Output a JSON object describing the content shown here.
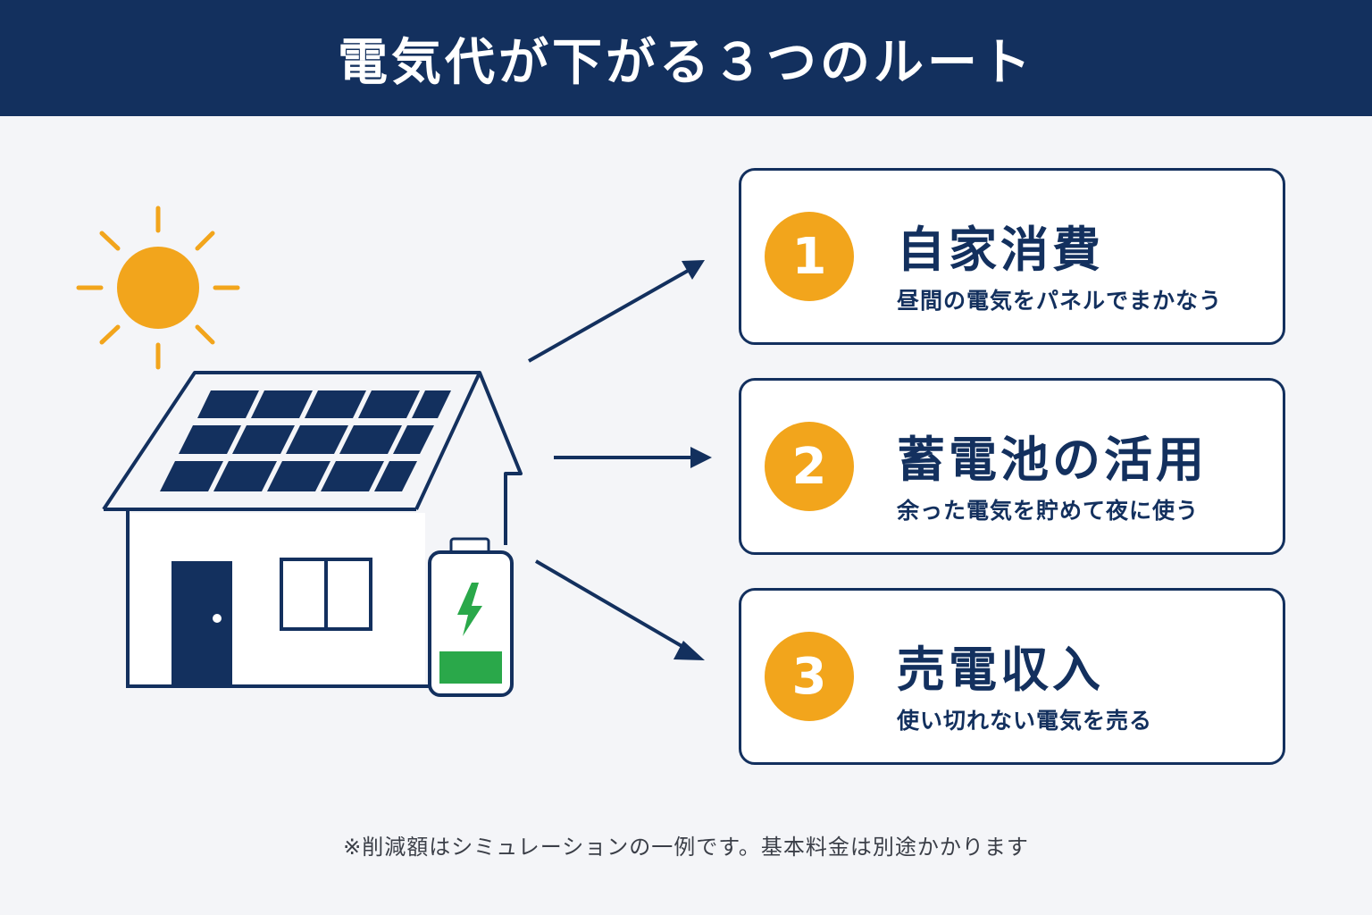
{
  "header": {
    "title": "電気代が下がる３つのルート"
  },
  "routes": [
    {
      "number": "1",
      "title": "自家消費",
      "description": "昼間の電気をパネルでまかなう"
    },
    {
      "number": "2",
      "title": "蓄電池の活用",
      "description": "余った電気を貯めて夜に使う"
    },
    {
      "number": "3",
      "title": "売電収入",
      "description": "使い切れない電気を売る"
    }
  ],
  "footnote": "※削減額はシミュレーションの一例です。基本料金は別途かかります",
  "colors": {
    "navy": "#13305e",
    "accent": "#f2a51c",
    "battery_green": "#2aa84a",
    "background": "#f4f5f8"
  }
}
